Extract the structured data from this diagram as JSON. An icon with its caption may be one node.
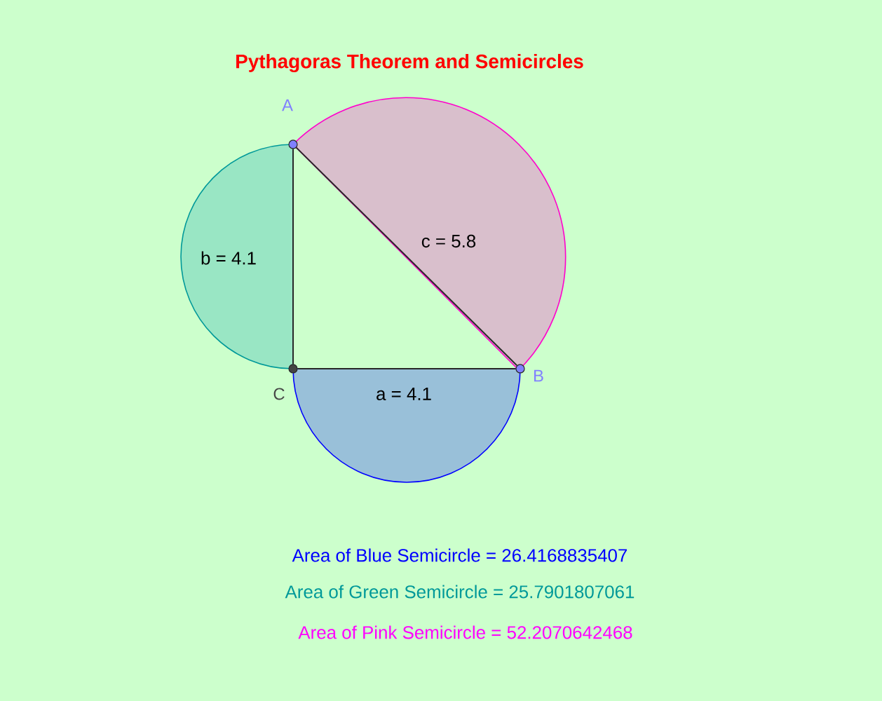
{
  "diagram": {
    "title": "Pythagoras Theorem and Semicircles",
    "nodes": [
      {
        "text": [],
        "shape": "circle",
        "beside": [
          "A"
        ]
      },
      {
        "text": [],
        "shape": "circle",
        "beside": [
          "B"
        ]
      },
      {
        "text": [],
        "shape": "circle",
        "beside": [
          "C"
        ]
      }
    ],
    "edges": [
      {
        "from": 2,
        "to": 1,
        "arrow": "none",
        "label": "a = 4.1"
      },
      {
        "from": 0,
        "to": 2,
        "arrow": "none",
        "label": "b = 4.1"
      },
      {
        "from": 0,
        "to": 1,
        "arrow": "none",
        "label": "c = 5.8"
      }
    ],
    "labels": [
      "Area of Blue Semicircle  = 26.4168835407",
      "Area of Green Semicircle = 25.7901807061",
      "Area of Pink Semicircle =  52.2070642468"
    ]
  }
}
